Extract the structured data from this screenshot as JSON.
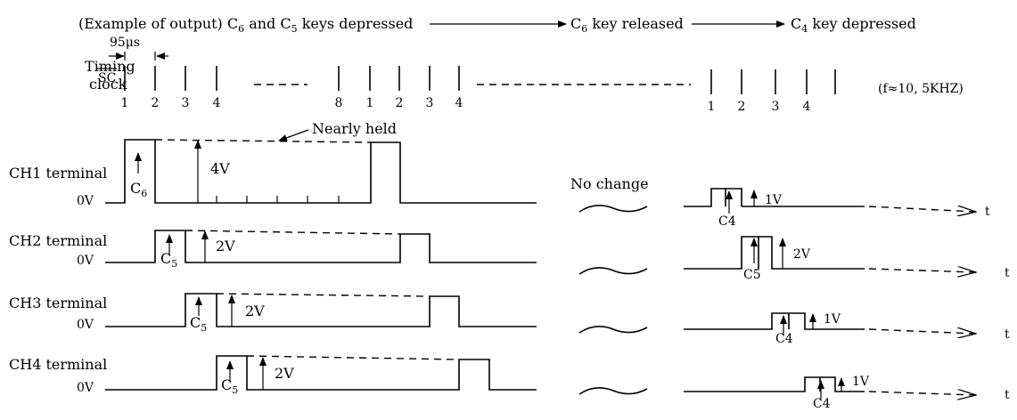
{
  "header": {
    "prefix": "(Example of output) C",
    "sub1": "6",
    "and": " and C",
    "sub2": "5",
    "keys_depressed": " keys depressed",
    "released_c": "C",
    "released_sub": "6",
    "released_text": " key released",
    "depressed_c": "C",
    "depressed_sub": "4",
    "depressed_text": " key depressed"
  },
  "timing": {
    "interval_label": "95μs",
    "label_line1": "Timing",
    "label_line2": "clock",
    "signal": "SC",
    "frequency": "(f≈10, 5KHZ)",
    "ticks_group1": [
      "1",
      "2",
      "3",
      "4"
    ],
    "ticks_group2": [
      "8",
      "1",
      "2",
      "3",
      "4"
    ],
    "ticks_group3": [
      "1",
      "2",
      "3",
      "4"
    ]
  },
  "annotations": {
    "nearly_held": "Nearly held",
    "no_change": "No change"
  },
  "channels": [
    {
      "label": "CH1 terminal",
      "zero": "0V",
      "key": "C",
      "key_sub": "6",
      "volt": "4V",
      "later_key": "C4",
      "later_volt": "1V",
      "axis": "t"
    },
    {
      "label": "CH2 terminal",
      "zero": "0V",
      "key": "C",
      "key_sub": "5",
      "volt": "2V",
      "later_key": "C5",
      "later_volt": "2V",
      "axis": "t"
    },
    {
      "label": "CH3 terminal",
      "zero": "0V",
      "key": "C",
      "key_sub": "5",
      "volt": "2V",
      "later_key": "C4",
      "later_volt": "1V",
      "axis": "t"
    },
    {
      "label": "CH4 terminal",
      "zero": "0V",
      "key": "C",
      "key_sub": "5",
      "volt": "2V",
      "later_key": "C4",
      "later_volt": "1V",
      "axis": "t"
    }
  ]
}
